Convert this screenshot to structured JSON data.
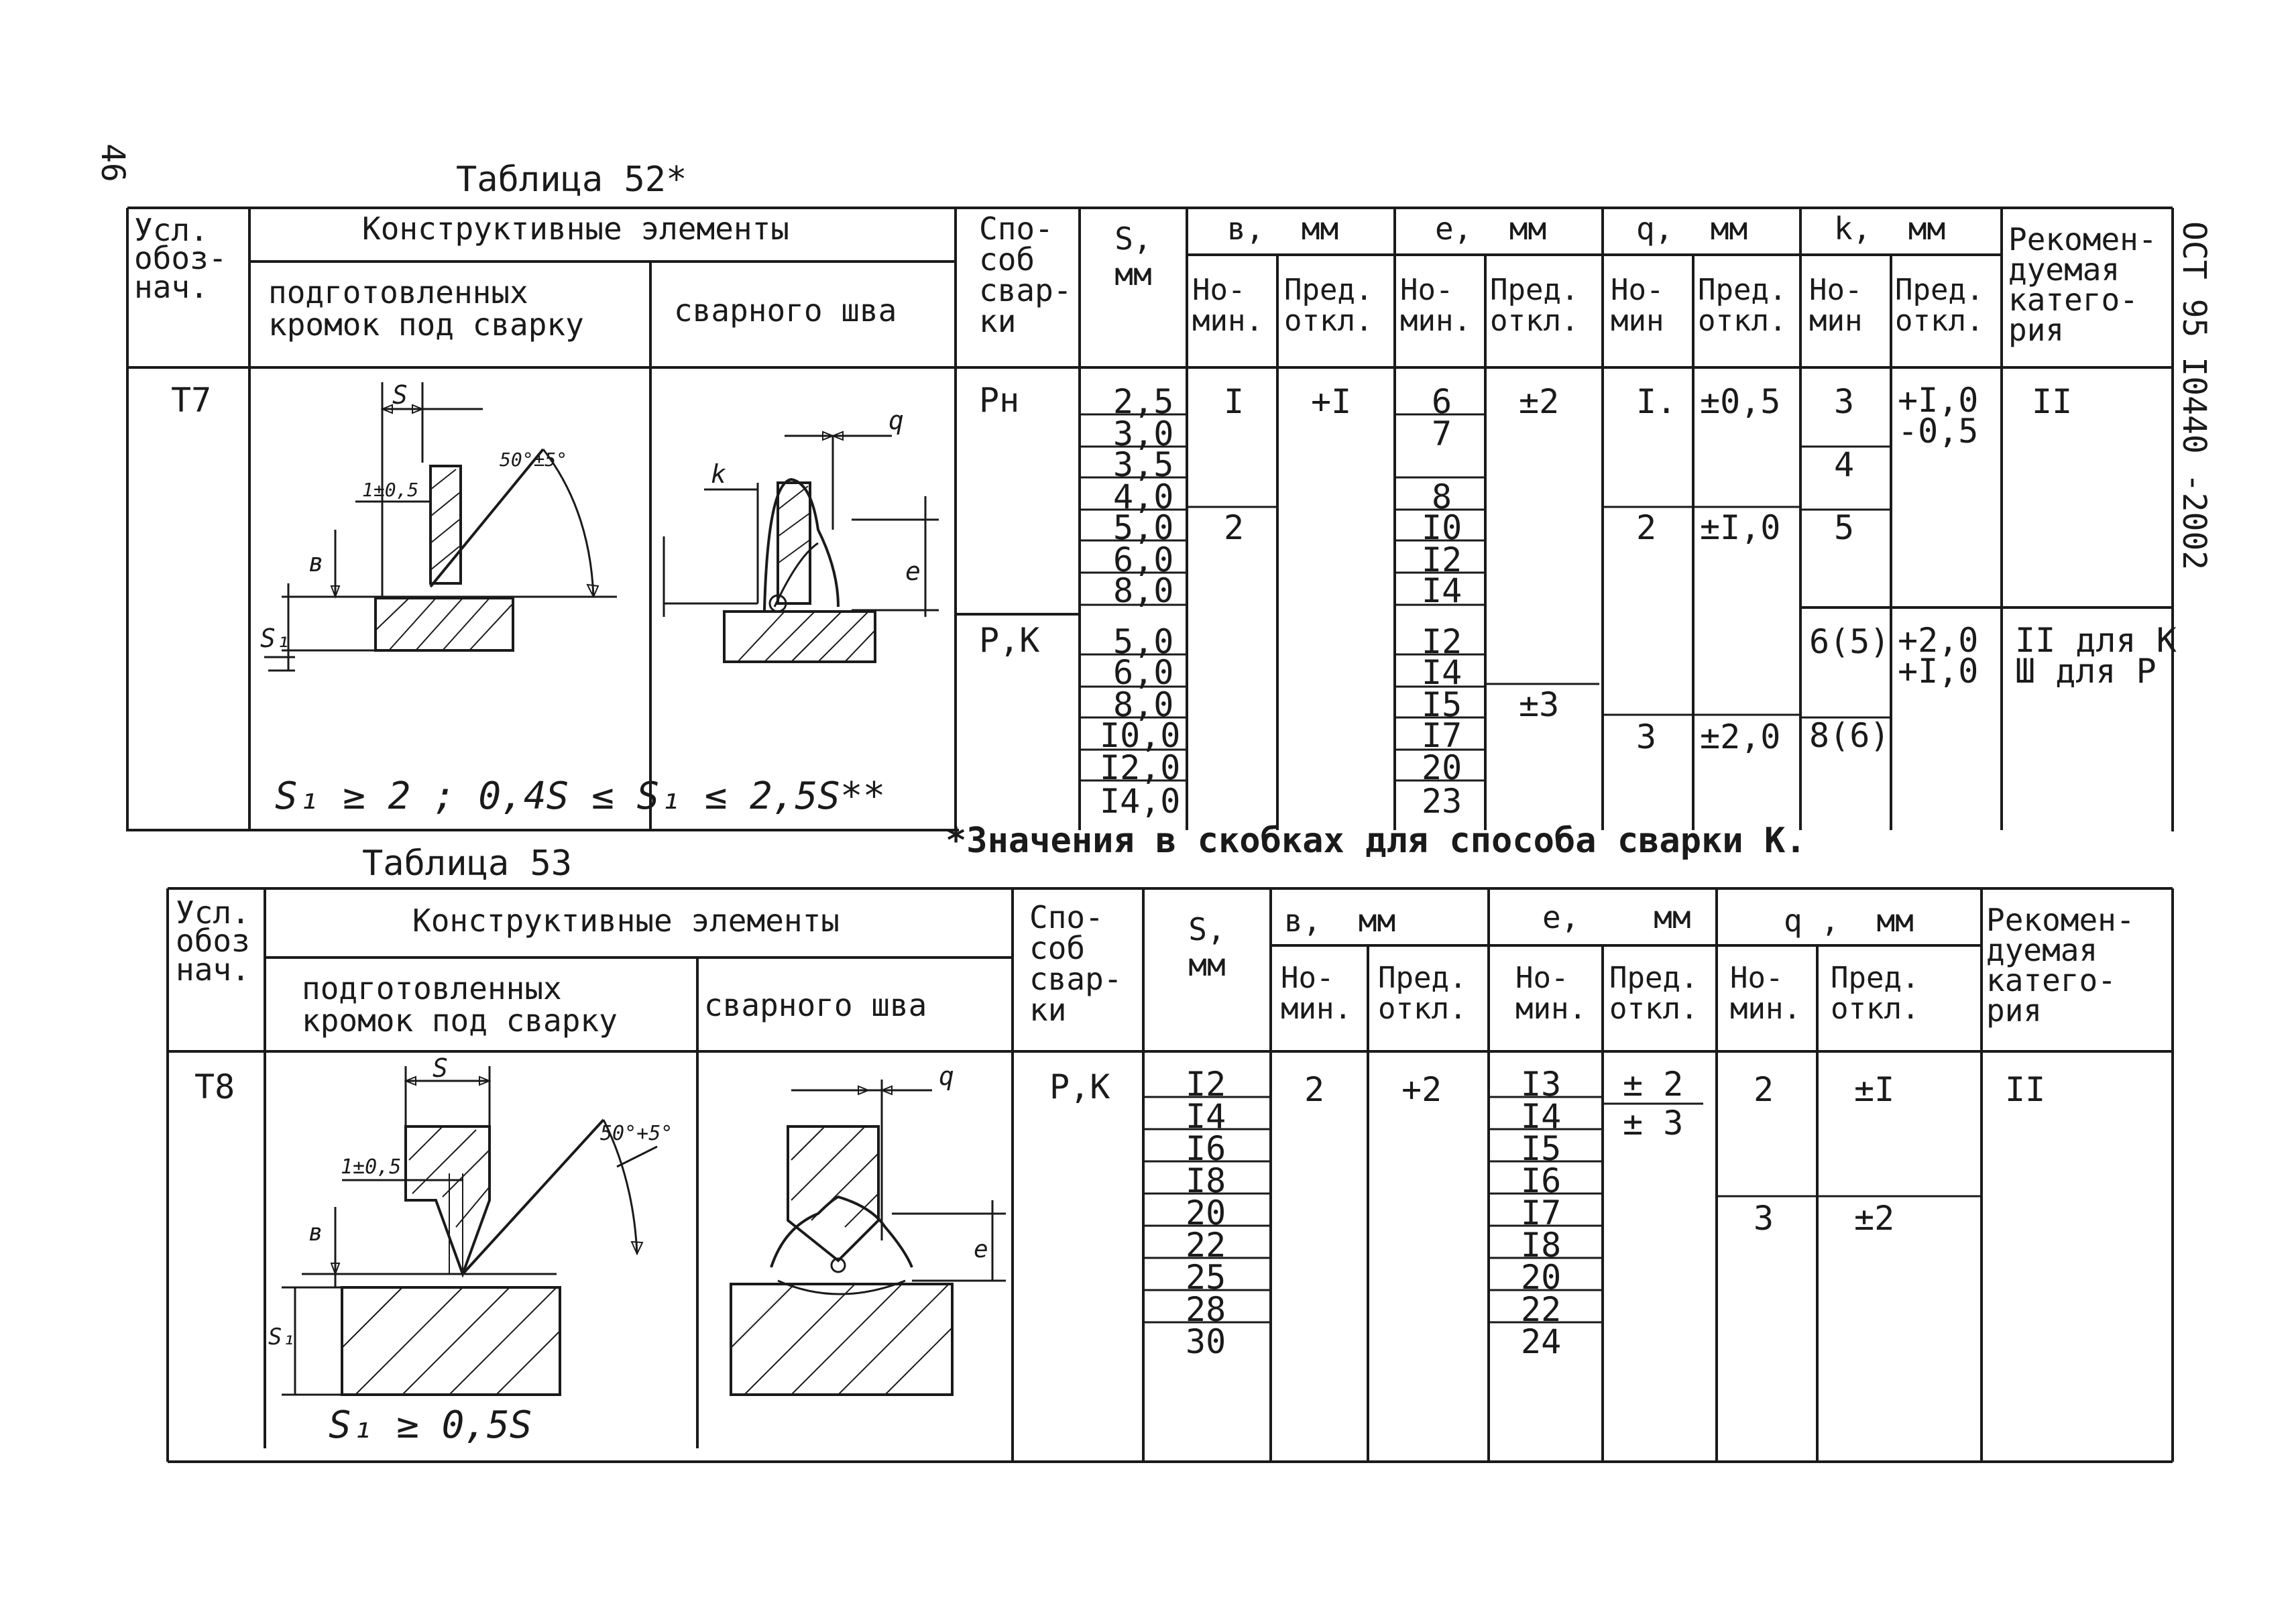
{
  "page": {
    "number": "46",
    "doc_code": "ОСТ 95 I0440 -2002"
  },
  "table52": {
    "title": "Таблица 52*",
    "headers": {
      "designation": "Усл.\nобоз-\nнач.",
      "elements": "Конструктивные элементы",
      "prepared": "подготовленных\nкромок под сварку",
      "weld": "сварного шва",
      "method": "Спо-\nсоб\nсвар-\nки",
      "s": "S,\nмм",
      "b": "в,  мм",
      "e": "е,  мм",
      "q": "q,  мм",
      "k": "k,  мм",
      "nom": "Но-\nмин.",
      "nom2": "Но-\nмин",
      "dev": "Пред.\nоткл.",
      "category": "Рекомен-\nдуемая\nкатего-\nрия"
    },
    "row": {
      "designation": "Т7",
      "method_1": "Рн",
      "method_2": "Р,К",
      "s_values": [
        "2,5",
        "3,0",
        "3,5",
        "4,0",
        "5,0",
        "6,0",
        "8,0",
        "5,0",
        "6,0",
        "8,0",
        "I0,0",
        "I2,0",
        "I4,0"
      ],
      "b_nom": [
        "I",
        "2"
      ],
      "b_dev": "+I",
      "e_nom": [
        "6",
        "7",
        "8",
        "I0",
        "I2",
        "I4",
        "I2",
        "I4",
        "I5",
        "I7",
        "20",
        "23"
      ],
      "e_dev": [
        "±2",
        "±3"
      ],
      "q_nom": [
        "I.",
        "2",
        "3"
      ],
      "q_dev": [
        "±0,5",
        "±I,0",
        "±2,0"
      ],
      "k_nom": [
        "3",
        "4",
        "5",
        "6(5)",
        "8(6)"
      ],
      "k_dev": [
        "+I,0\n-0,5",
        "+2,0\n+I,0"
      ],
      "category": [
        "II",
        "II для К\nШ для Р"
      ],
      "formula": "S₁ ≥ 2 ; 0,4S ≤ S₁ ≤ 2,5S**",
      "dim_s": "S",
      "dim_angle": "50°±5°",
      "dim_gap": "1±0,5",
      "dim_b": "в",
      "dim_s1": "S₁",
      "dim_q": "q",
      "dim_k": "k",
      "dim_e": "е"
    },
    "footnote": "*Значения в скобках для способа сварки К."
  },
  "table53": {
    "title": "Таблица 53",
    "headers": {
      "designation": "Усл.\nобоз\nнач.",
      "elements": "Конструктивные элементы",
      "prepared": "подготовленных\nкромок под сварку",
      "weld": "сварного шва",
      "method": "Спо-\nсоб\nсвар-\nки",
      "s": "S,\nмм",
      "b": "в,  мм",
      "e": "е,    мм",
      "q": "q ,  мм",
      "nom": "Но-\nмин.",
      "dev": "Пред.\nоткл.",
      "category": "Рекомен-\nдуемая\nкатего-\nрия"
    },
    "row": {
      "designation": "Т8",
      "method": "Р,К",
      "s_values": [
        "I2",
        "I4",
        "I6",
        "I8",
        "20",
        "22",
        "25",
        "28",
        "30"
      ],
      "b_nom": "2",
      "b_dev": "+2",
      "e_nom": [
        "I3",
        "I4",
        "I5",
        "I6",
        "I7",
        "I8",
        "20",
        "22",
        "24"
      ],
      "e_dev": [
        "± 2",
        "± 3"
      ],
      "q_nom": [
        "2",
        "3"
      ],
      "q_dev": [
        "±I",
        "±2"
      ],
      "category": "II",
      "formula": "S₁ ≥ 0,5S",
      "dim_s": "S",
      "dim_angle": "50°+5°",
      "dim_gap": "1±0,5",
      "dim_b": "в",
      "dim_s1": "S₁",
      "dim_q": "q",
      "dim_e": "е"
    }
  }
}
